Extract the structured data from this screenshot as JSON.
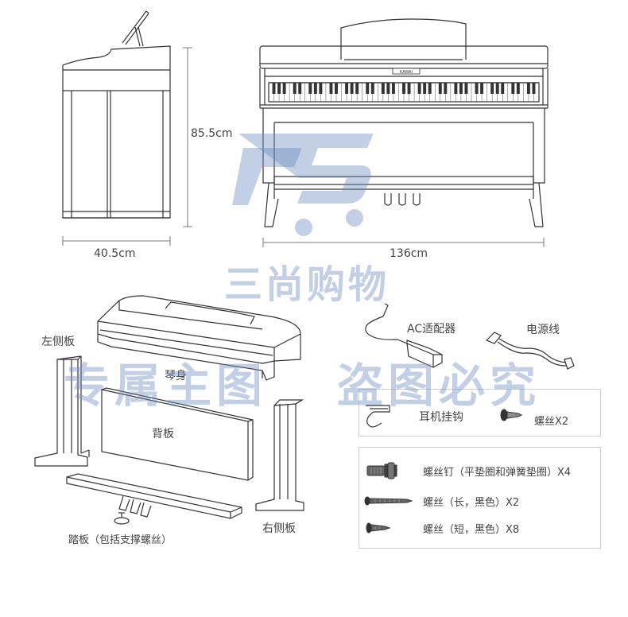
{
  "dimensions": {
    "height": "85.5cm",
    "depth": "40.5cm",
    "width": "136cm"
  },
  "brand": "KAWAI",
  "parts": {
    "adapter": "AC适配器",
    "power_cord": "电源线",
    "left_panel": "左侧板",
    "body": "琴身",
    "back_panel": "背板",
    "right_panel": "右侧板",
    "pedal": "踏板（包括支撑螺丝）",
    "headphone_hook": "耳机挂钩",
    "screw_x2": "螺丝X2",
    "screw_nail_x4": "螺丝钉（平垫圈和弹簧垫圈）X4",
    "screw_long_x2": "螺丝（长，黑色）X2",
    "screw_short_x8": "螺丝（短，黑色）X8"
  },
  "watermarks": {
    "shop": "三尚购物",
    "exclusive": "专属主图",
    "no_theft": "盗图必究"
  },
  "colors": {
    "line": "#333333",
    "watermark": "#6e8cbe"
  }
}
